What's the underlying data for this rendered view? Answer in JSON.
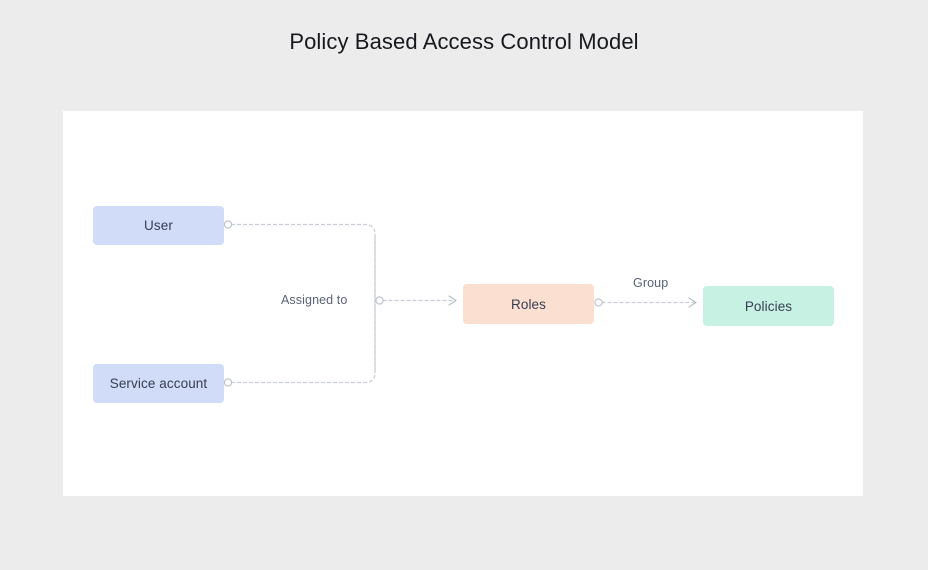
{
  "title": "Policy Based Access Control Model",
  "canvas": {
    "background": "#ffffff",
    "page_background": "#ececec"
  },
  "colors": {
    "node_identity": "#d0dcf8",
    "node_roles": "#fbe0d2",
    "node_policies": "#c6f1e3",
    "node_text": "#373d52",
    "edge": "#c9cdd6",
    "edge_label_text": "#5a6378",
    "title_text": "#16181d",
    "port_fill": "#ffffff",
    "port_stroke": "#b9bfc9"
  },
  "nodes": [
    {
      "id": "user",
      "label": "User",
      "fill": "#d0dcf8"
    },
    {
      "id": "service_account",
      "label": "Service account",
      "fill": "#d0dcf8"
    },
    {
      "id": "roles",
      "label": "Roles",
      "fill": "#fbe0d2"
    },
    {
      "id": "policies",
      "label": "Policies",
      "fill": "#c6f1e3"
    }
  ],
  "edges": [
    {
      "id": "user_to_roles",
      "from": "user",
      "to": "roles",
      "label": "Assigned to",
      "style": "dashed",
      "arrow": true
    },
    {
      "id": "service_account_to_roles",
      "from": "service_account",
      "to": "roles",
      "label": "Assigned to",
      "style": "dashed",
      "arrow": true
    },
    {
      "id": "roles_to_policies",
      "from": "roles",
      "to": "policies",
      "label": "Group",
      "style": "dashed",
      "arrow": true
    }
  ],
  "edge_labels": {
    "assigned_to": "Assigned to",
    "group": "Group"
  }
}
